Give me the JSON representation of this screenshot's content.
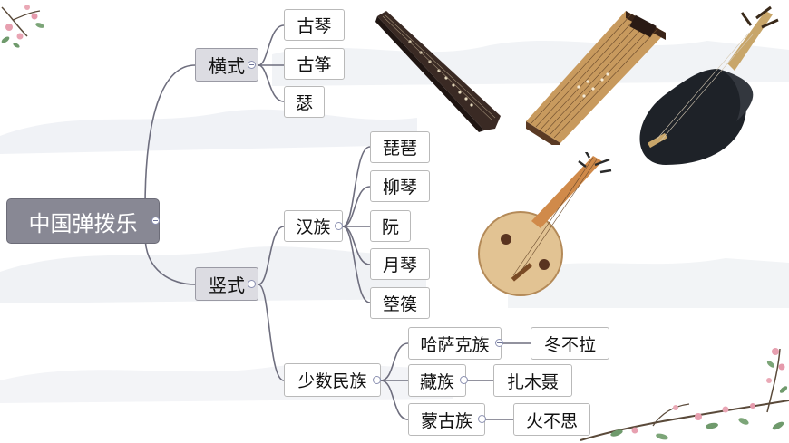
{
  "mindmap": {
    "root": {
      "label": "中国弹拨乐"
    },
    "branches": [
      {
        "label": "横式",
        "children": [
          {
            "label": "古琴"
          },
          {
            "label": "古筝"
          },
          {
            "label": "瑟"
          }
        ]
      },
      {
        "label": "竖式",
        "children": [
          {
            "label": "汉族",
            "children": [
              {
                "label": "琵琶"
              },
              {
                "label": "柳琴"
              },
              {
                "label": "阮"
              },
              {
                "label": "月琴"
              },
              {
                "label": "箜篌"
              }
            ]
          },
          {
            "label": "少数民族",
            "children": [
              {
                "label": "哈萨克族",
                "instrument": "冬不拉"
              },
              {
                "label": "藏族",
                "instrument": "扎木聂"
              },
              {
                "label": "蒙古族",
                "instrument": "火不思"
              }
            ]
          }
        ]
      }
    ]
  },
  "colors": {
    "connector": "#6e6e7e",
    "root_fill": "#888894",
    "branch_fill": "#dcdce2",
    "node_border": "#b9b9b9"
  },
  "illustrations": [
    "guqin-image",
    "guzheng-image",
    "pipa-image",
    "ruan-image",
    "plum-blossom-decoration"
  ]
}
